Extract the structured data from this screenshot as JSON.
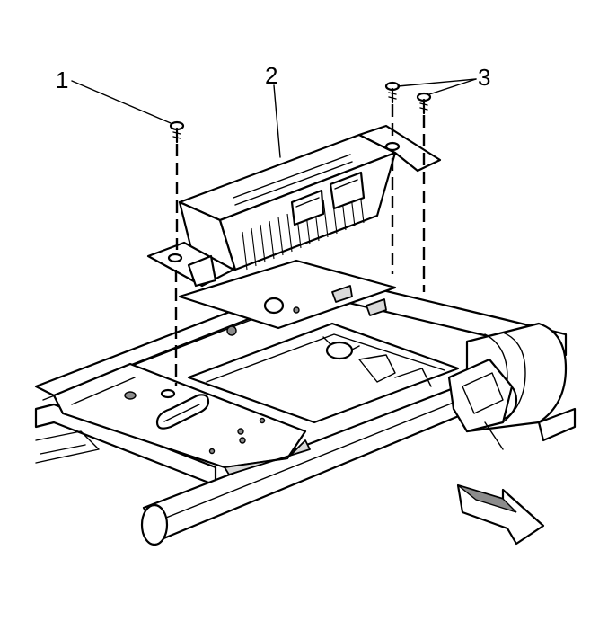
{
  "callouts": {
    "one": "1",
    "two": "2",
    "three": "3"
  },
  "colors": {
    "line": "#000000",
    "background": "#ffffff",
    "shade": "#d9d9d9"
  }
}
